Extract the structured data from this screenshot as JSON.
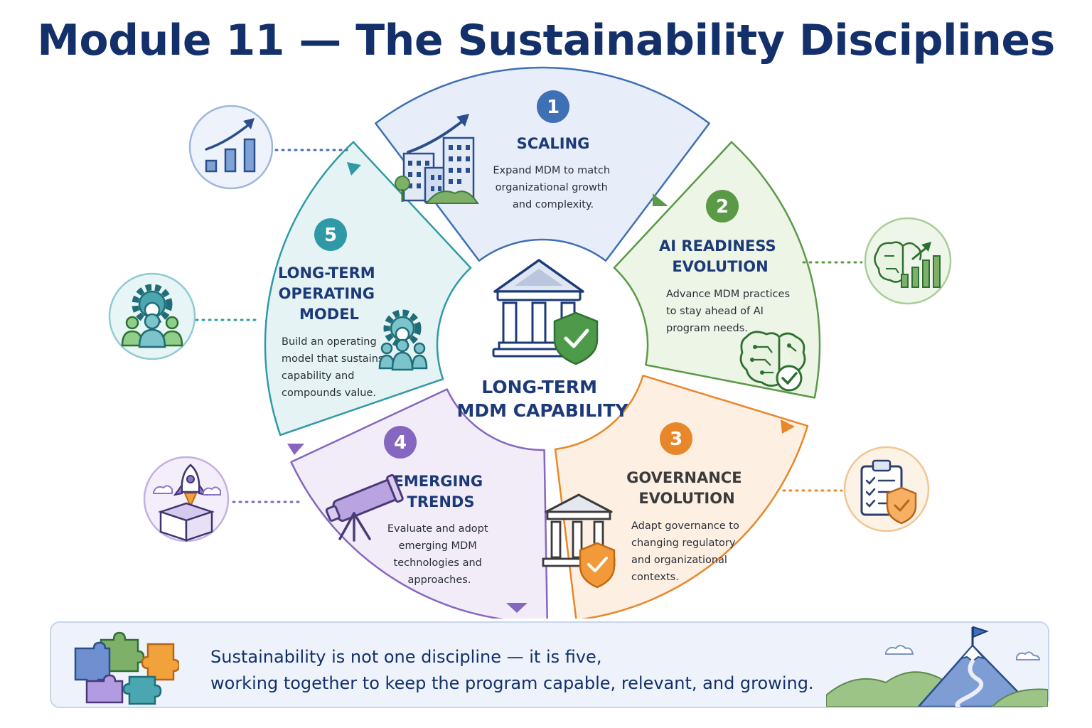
{
  "title": "Module 11 — The Sustainability Disciplines",
  "center": {
    "line1": "LONG-TERM",
    "line2": "MDM CAPABILITY"
  },
  "segments": [
    {
      "number": "1",
      "title_lines": [
        "SCALING"
      ],
      "desc_lines": [
        "Expand MDM to match",
        "organizational growth",
        "and complexity."
      ],
      "color": "#3f6fb5",
      "fill": "#e8eef9"
    },
    {
      "number": "2",
      "title_lines": [
        "AI READINESS",
        "EVOLUTION"
      ],
      "desc_lines": [
        "Advance MDM practices",
        "to stay ahead of AI",
        "program needs."
      ],
      "color": "#5a9a46",
      "fill": "#edf5e6"
    },
    {
      "number": "3",
      "title_lines": [
        "GOVERNANCE",
        "EVOLUTION"
      ],
      "desc_lines": [
        "Adapt governance to",
        "changing regulatory",
        "and organizational",
        "contexts."
      ],
      "color": "#e8872a",
      "fill": "#fdf0e2"
    },
    {
      "number": "4",
      "title_lines": [
        "EMERGING",
        "TRENDS"
      ],
      "desc_lines": [
        "Evaluate and adopt",
        "emerging MDM",
        "technologies and",
        "approaches."
      ],
      "color": "#8566c0",
      "fill": "#f1ecf8"
    },
    {
      "number": "5",
      "title_lines": [
        "LONG-TERM",
        "OPERATING",
        "MODEL"
      ],
      "desc_lines": [
        "Build an operating",
        "model that sustains",
        "capability and",
        "compounds value."
      ],
      "color": "#2f9aa6",
      "fill": "#e6f3f4"
    }
  ],
  "banner": {
    "line1": "Sustainability is not one discipline — it is five,",
    "line2": "working together to keep the program capable, relevant, and growing."
  },
  "icons": {
    "segment_1": "city-buildings-growth-icon",
    "segment_2": "ai-brain-check-icon",
    "segment_3": "governance-building-shield-icon",
    "segment_4": "telescope-icon",
    "segment_5": "team-gear-icon",
    "outer_1": "growth-chart-icon",
    "outer_2": "brain-chart-icon",
    "outer_3": "clipboard-shield-icon",
    "outer_4": "rocket-box-icon",
    "outer_5": "team-gear-icon",
    "center": "institution-shield-icon",
    "banner_left": "puzzle-pieces-icon",
    "banner_right": "mountain-summit-flag-icon"
  }
}
